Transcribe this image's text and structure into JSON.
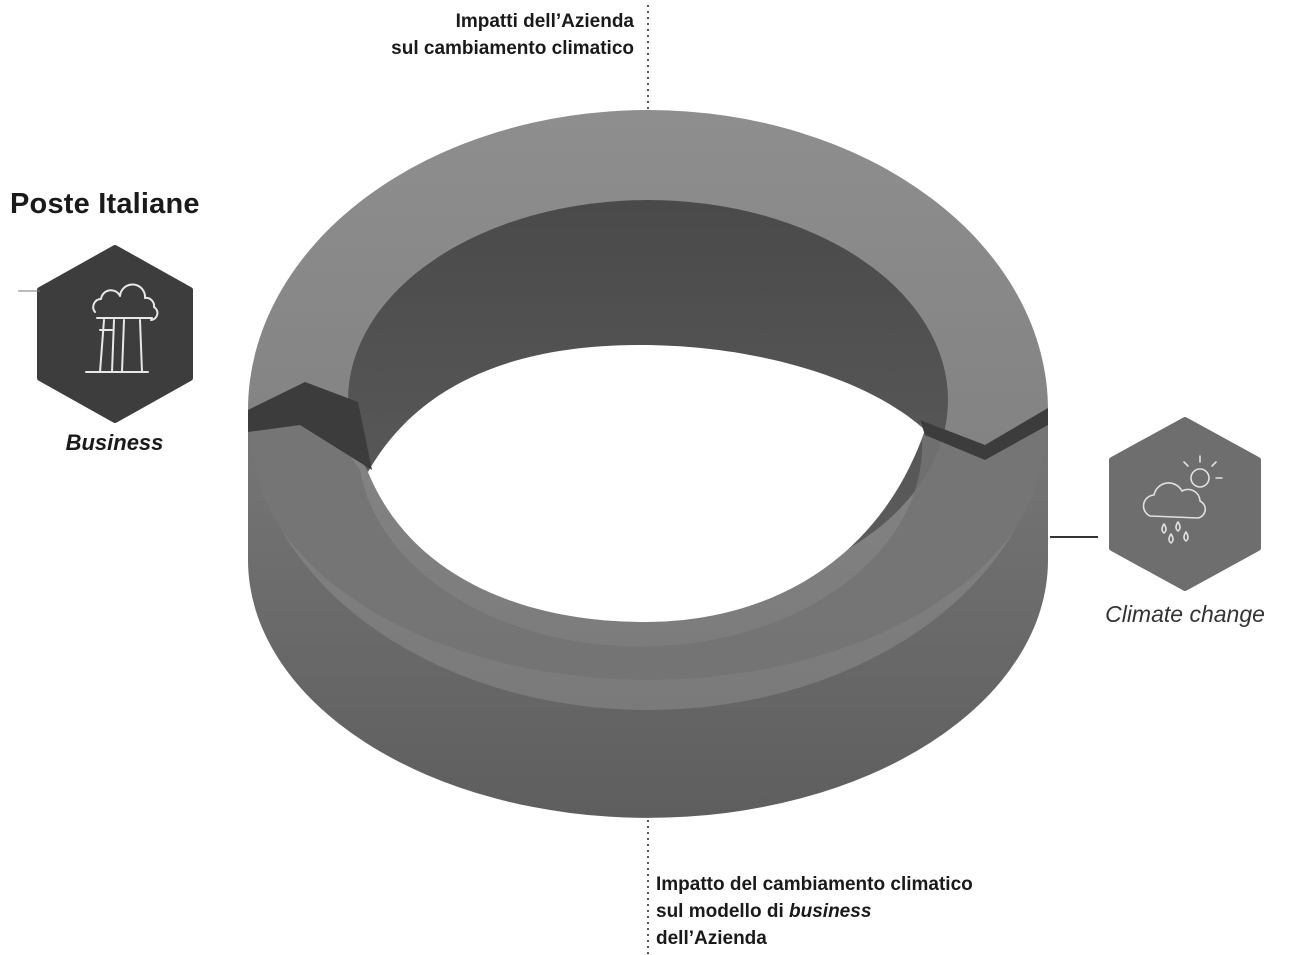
{
  "top_caption": {
    "line1": "Impatti dell’Azienda",
    "line2": "sul cambiamento climatico"
  },
  "bottom_caption": {
    "line1": "Impatto del cambiamento climatico",
    "line2_prefix": "sul modello di ",
    "line2_italic": "business",
    "line3": "dell’Azienda"
  },
  "left_node": {
    "title": "Poste Italiane",
    "label": "Business",
    "icon": "factory-cloud-icon",
    "hex_color": "#3d3d3d"
  },
  "right_node": {
    "label": "Climate change",
    "icon": "cloud-sun-rain-icon",
    "hex_color": "#6e6e6e"
  },
  "ring": {
    "outer_color": "#8c8c8c",
    "inner_color": "#4e4e4e",
    "band_color": "#6b6b6b"
  }
}
